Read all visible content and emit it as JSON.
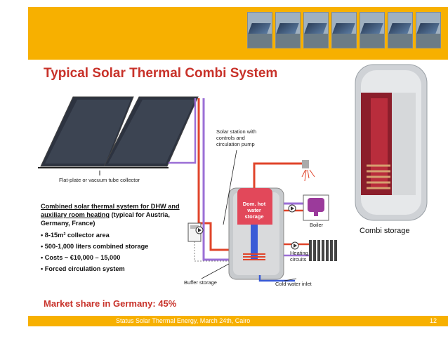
{
  "slide": {
    "title": "Typical Solar Thermal Combi System",
    "market_share": "Market share in Germany: 45%",
    "footer": "Status Solar Thermal Energy, March 24th, Cairo",
    "page_number": "12"
  },
  "diagram": {
    "collector_label": "Flat-plate or vacuum tube collector",
    "solar_station_label": "Solar station with controls and circulation pump",
    "tank_label": "Dom. hot water storage",
    "boiler_label": "Boiler",
    "heating_label": "Heating circuits",
    "buffer_label": "Buffer storage",
    "cold_water_label": "Cold water inlet",
    "combi_label": "Combi storage"
  },
  "description": {
    "header": "Combined solar thermal system for DHW and auxiliary room heating",
    "header_suffix": " (typical for Austria, Germany, France)",
    "bullets": [
      "8-15m² collector area",
      "500-1,000 liters combined storage",
      "Costs ~ €10,000 – 15,000",
      "Forced circulation system"
    ]
  },
  "colors": {
    "accent": "#f7b000",
    "title": "#c8322a",
    "hot_pipe": "#e0442a",
    "solar_pipe": "#9b6fd6",
    "cold_pipe": "#3a5bd6"
  },
  "icons": [
    "pump-icon",
    "boiler-icon",
    "radiator-icon",
    "shower-icon",
    "controller-icon"
  ]
}
